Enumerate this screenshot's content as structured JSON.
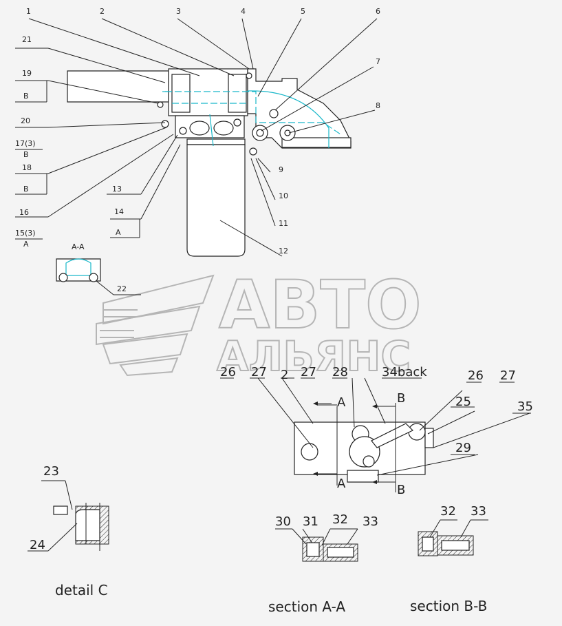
{
  "callouts_top": [
    "1",
    "2",
    "3",
    "4",
    "5",
    "6",
    "7",
    "8",
    "9",
    "10",
    "11",
    "12",
    "13",
    "14",
    "16",
    "18",
    "19",
    "20",
    "21",
    "22"
  ],
  "side_notes": {
    "b19": "B",
    "n17": "17(3)",
    "b17": "B",
    "b18": "B",
    "n15": "15(3)",
    "a15": "A",
    "a14": "A"
  },
  "inset_title": "A-A",
  "watermark": {
    "line1": "АВТО",
    "line2": "АЛЬЯНС"
  },
  "callouts_bottom": [
    "26",
    "27",
    "2",
    "27",
    "28",
    "34back",
    "26",
    "27",
    "25",
    "35",
    "29",
    "23",
    "24",
    "30",
    "31",
    "32",
    "33",
    "32",
    "33"
  ],
  "section_marks": [
    "A",
    "A",
    "B",
    "B"
  ],
  "captions": {
    "detail_c": "detail C",
    "section_aa": "section  A-A",
    "section_bb": "section B-B"
  },
  "colors": {
    "line": "#222222",
    "accent": "#19b7c9",
    "watermark": "#b5b5b5",
    "background": "#f4f4f4"
  }
}
